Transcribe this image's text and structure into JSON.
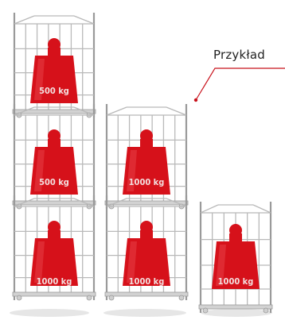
{
  "callout": {
    "label": "Przykład"
  },
  "colors": {
    "weight": "#d6111a",
    "cage": "#b9b9b9",
    "cage_dark": "#9a9a9a",
    "leader": "#c8101a",
    "weight_label": "#f3dede"
  },
  "stacks": [
    {
      "units": [
        {
          "label": "500 kg"
        },
        {
          "label": "500 kg"
        },
        {
          "label": "1000 kg"
        }
      ]
    },
    {
      "units": [
        {
          "label": "1000 kg"
        },
        {
          "label": "1000 kg"
        }
      ]
    },
    {
      "units": [
        {
          "label": "1000 kg"
        }
      ]
    }
  ]
}
